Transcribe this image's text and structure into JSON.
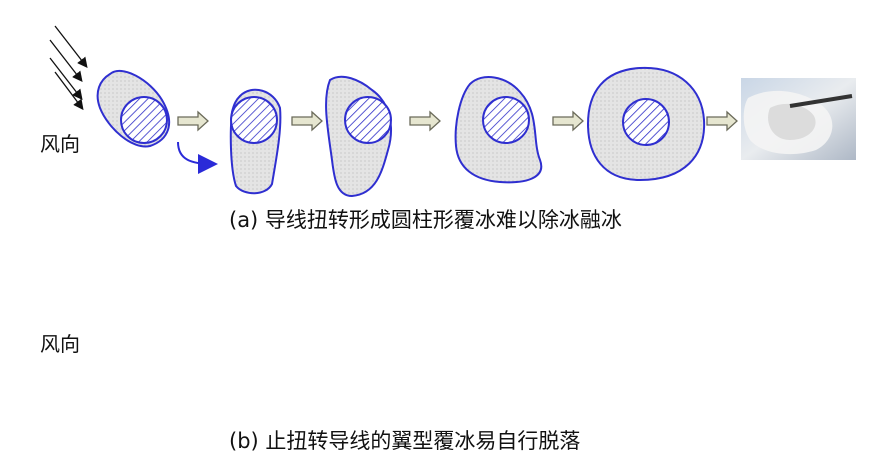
{
  "row_a": {
    "wind_label": "风向",
    "caption": "(a) 导线扭转形成圆柱形覆冰难以除冰融冰"
  },
  "row_b": {
    "wind_label": "风向",
    "caption": "(b) 止扭转导线的翼型覆冰易自行脱落"
  },
  "colors": {
    "outline": "#2f2fd0",
    "ice_fill": "#e3e3e3",
    "hatch": "#3030c8",
    "arrow_fill": "#e6e6d0",
    "arrow_stroke": "#6b6b5a",
    "rotate_arrow": "#2a2ad8"
  }
}
